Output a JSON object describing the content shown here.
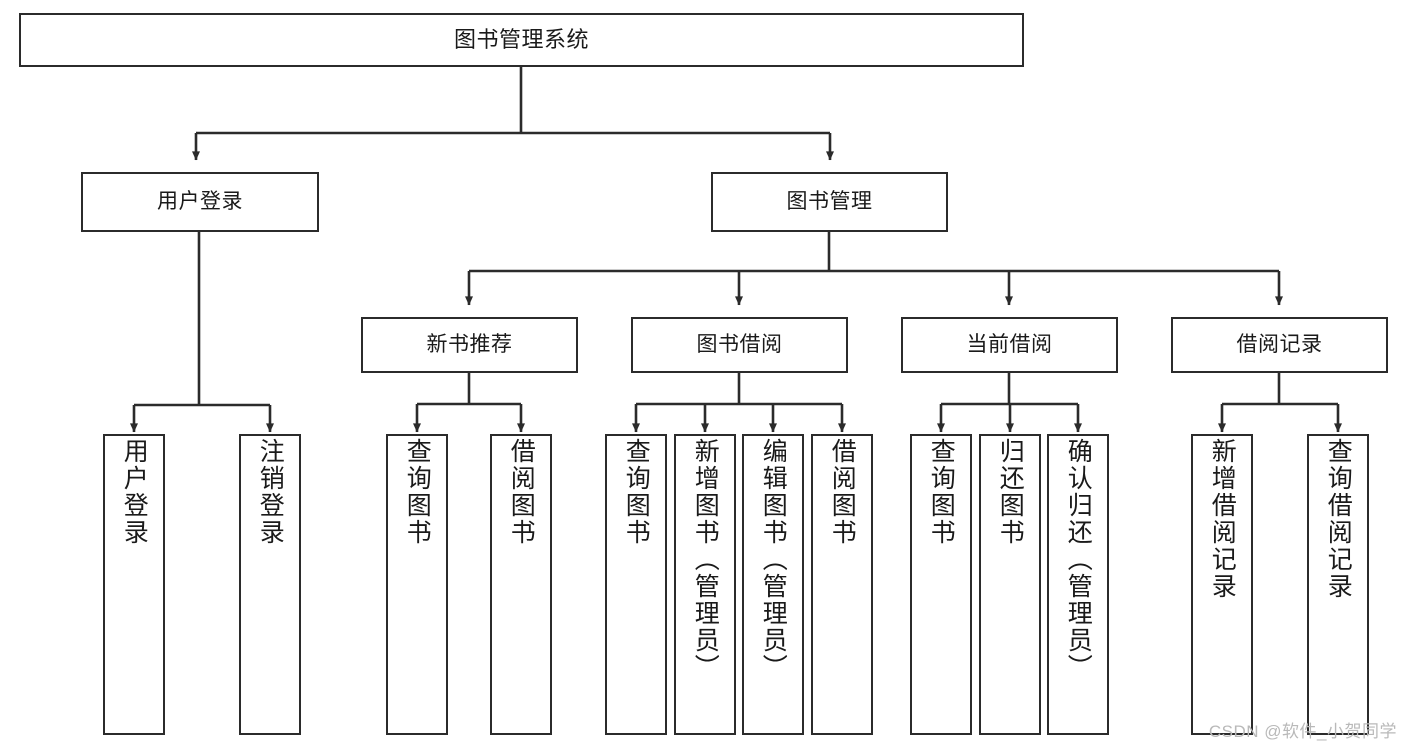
{
  "diagram": {
    "type": "tree",
    "title": "图书管理系统",
    "orientation": "top-down",
    "colors": {
      "box_border": "#2b2b2b",
      "box_fill": "#ffffff",
      "connector": "#2b2b2b",
      "text": "#1a1a1a",
      "watermark": "#b9b9b9",
      "background": "#ffffff"
    }
  },
  "root": {
    "label": "图书管理系统"
  },
  "level1": [
    {
      "label": "用户登录"
    },
    {
      "label": "图书管理"
    }
  ],
  "level2": [
    {
      "label": "新书推荐"
    },
    {
      "label": "图书借阅"
    },
    {
      "label": "当前借阅"
    },
    {
      "label": "借阅记录"
    }
  ],
  "leaves": {
    "user_login": [
      {
        "label": "用户登录"
      },
      {
        "label": "注销登录"
      }
    ],
    "new_book_recommend": [
      {
        "label": "查询图书"
      },
      {
        "label": "借阅图书"
      }
    ],
    "book_borrow": [
      {
        "label": "查询图书"
      },
      {
        "label": "新增图书（管理员）"
      },
      {
        "label": "编辑图书（管理员）"
      },
      {
        "label": "借阅图书"
      }
    ],
    "current_borrow": [
      {
        "label": "查询图书"
      },
      {
        "label": "归还图书"
      },
      {
        "label": "确认归还（管理员）"
      }
    ],
    "borrow_record": [
      {
        "label": "新增借阅记录"
      },
      {
        "label": "查询借阅记录"
      }
    ]
  },
  "watermark": {
    "text": "CSDN @软件_小贺同学"
  }
}
